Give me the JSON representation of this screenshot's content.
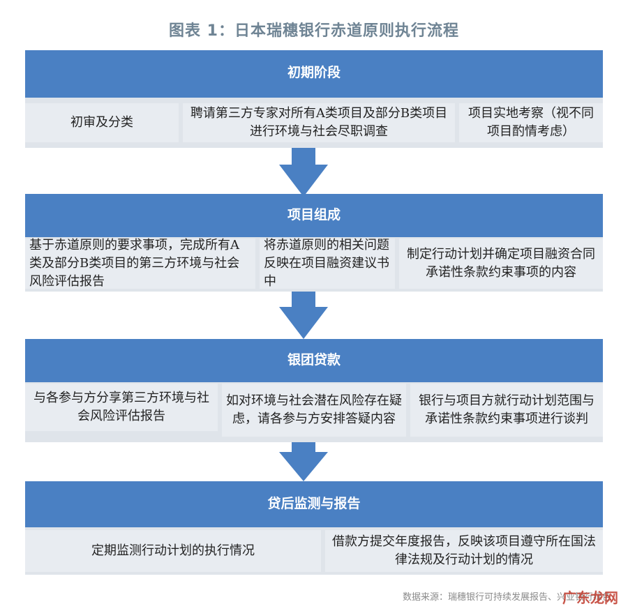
{
  "title": "图表 1：日本瑞穗银行赤道原则执行流程",
  "stages": [
    {
      "header": "初期阶段",
      "boxes": [
        "初审及分类",
        "聘请第三方专家对所有A类项目及部分B类项目进行环境与社会尽职调查",
        "项目实地考察（视不同项目酌情考虑）"
      ]
    },
    {
      "header": "项目组成",
      "boxes": [
        "基于赤道原则的要求事项，完成所有A类及部分B类项目的第三方环境与社会风险评估报告",
        "将赤道原则的相关问题反映在项目融资建议书中",
        "制定行动计划并确定项目融资合同承诺性条款约束事项的内容"
      ]
    },
    {
      "header": "银团贷款",
      "boxes": [
        "与各参与方分享第三方环境与社会风险评估报告",
        "如对环境与社会潜在风险存在疑虑，请各参与方安排答疑内容",
        "银行与项目方就行动计划范围与承诺性条款约束事项进行谈判"
      ]
    },
    {
      "header": "贷后监测与报告",
      "boxes": [
        "定期监测行动计划的执行情况",
        "借款方提交年度报告，反映该项目遵守所在国法律法规及行动计划的情况"
      ]
    }
  ],
  "source": "数据来源：瑞穗银行可持续发展报告、兴业银行绿色",
  "watermark": "广东龙网",
  "colors": {
    "header": "#4a80c3",
    "panel": "#dfe4ea",
    "box": "#e8ecf1",
    "arrow": "#4a80c3",
    "title": "#6f8494"
  }
}
